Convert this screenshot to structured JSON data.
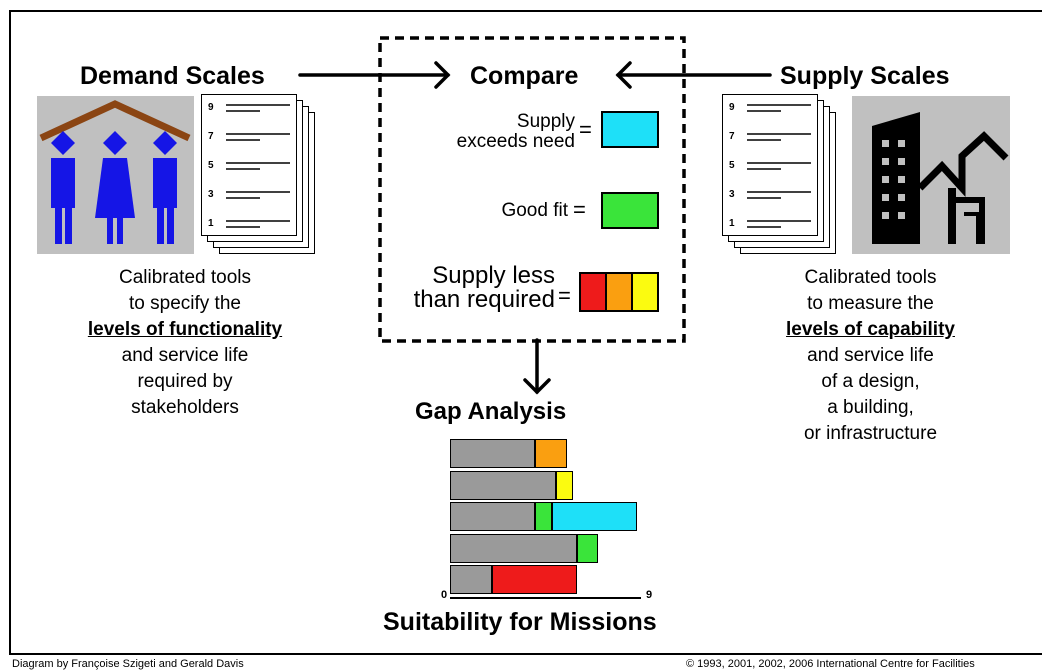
{
  "demand": {
    "title": "Demand Scales",
    "desc_line1": "Calibrated tools",
    "desc_line2": "to specify the",
    "desc_bold": "levels of functionality",
    "desc_line4": "and service life",
    "desc_line5": "required by",
    "desc_line6": "stakeholders",
    "scale_numbers": [
      "9",
      "7",
      "5",
      "3",
      "1"
    ]
  },
  "supply": {
    "title": "Supply Scales",
    "desc_line1": "Calibrated tools",
    "desc_line2": "to measure the",
    "desc_bold": "levels of capability",
    "desc_line4": "and service life",
    "desc_line5": "of a design,",
    "desc_line6": "a building,",
    "desc_line7": "or infrastructure",
    "scale_numbers": [
      "9",
      "7",
      "5",
      "3",
      "1"
    ]
  },
  "compare": {
    "title": "Compare",
    "items": [
      {
        "label_line1": "Supply",
        "label_line2": "exceeds need",
        "eq": "="
      },
      {
        "label_line1": "Good fit",
        "eq": "="
      },
      {
        "label_line1": "Supply less",
        "label_line2": "than required",
        "eq": "="
      }
    ]
  },
  "gap": {
    "title": "Gap Analysis",
    "axis_min": "0",
    "axis_max": "9",
    "footer_title": "Suitability for Missions"
  },
  "gap_data": {
    "type": "bar",
    "xlim": [
      0,
      9
    ],
    "rows": [
      {
        "gray": 4,
        "extra": 1.5,
        "extra_color": "orange"
      },
      {
        "gray": 5,
        "extra": 0.8,
        "extra_color": "yellow"
      },
      {
        "gray": 4,
        "extra": 0.8,
        "extra_color": "green",
        "extra2": 4,
        "extra2_color": "cyan"
      },
      {
        "gray": 6,
        "extra": 1,
        "extra_color": "green"
      },
      {
        "gray": 2,
        "extra": 4,
        "extra_color": "red"
      }
    ]
  },
  "colors": {
    "cyan": "#1ee0f8",
    "green": "#3ae43a",
    "red": "#ee1b1b",
    "orange": "#fa9f10",
    "yellow": "#fbfb10",
    "gray": "#9a9a9a",
    "people": "#1515e6"
  },
  "footer": {
    "left": "Diagram by Françoise Szigeti and Gerald Davis",
    "right": "© 1993, 2001, 2002, 2006 International Centre for Facilities"
  }
}
